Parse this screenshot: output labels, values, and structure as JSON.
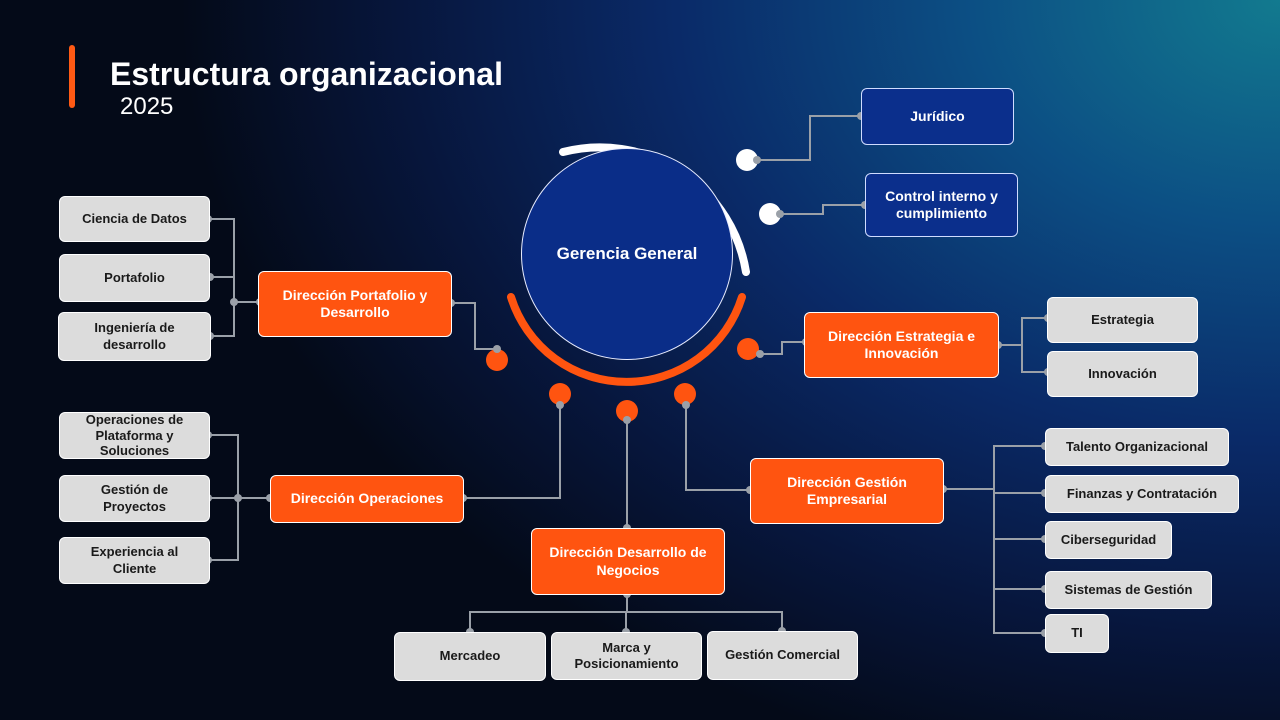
{
  "header": {
    "title": "Estructura organizacional",
    "year": "2025"
  },
  "center": {
    "label": "Gerencia General"
  },
  "advisory": {
    "juridico": "Jurídico",
    "control": "Control interno y cumplimiento"
  },
  "directions": {
    "portafolio": "Dirección Portafolio y Desarrollo",
    "operaciones": "Dirección Operaciones",
    "negocios": "Dirección Desarrollo de Negocios",
    "gestion": "Dirección Gestión Empresarial",
    "estrategia": "Dirección Estrategia e Innovación"
  },
  "units": {
    "portafolio": [
      "Ciencia de Datos",
      "Portafolio",
      "Ingeniería de desarrollo"
    ],
    "operaciones": [
      "Operaciones de Plataforma y Soluciones",
      "Gestión de Proyectos",
      "Experiencia al Cliente"
    ],
    "negocios": [
      "Mercadeo",
      "Marca y Posicionamiento",
      "Gestión Comercial"
    ],
    "gestion": [
      "Talento Organizacional",
      "Finanzas y Contratación",
      "Ciberseguridad",
      "Sistemas de Gestión",
      "TI"
    ],
    "estrategia": [
      "Estrategia",
      "Innovación"
    ]
  },
  "colors": {
    "accent": "#ff5410",
    "navy": "#0b2f8c",
    "unit_box": "#dcdcdc",
    "connector": "#9aa0a8"
  }
}
